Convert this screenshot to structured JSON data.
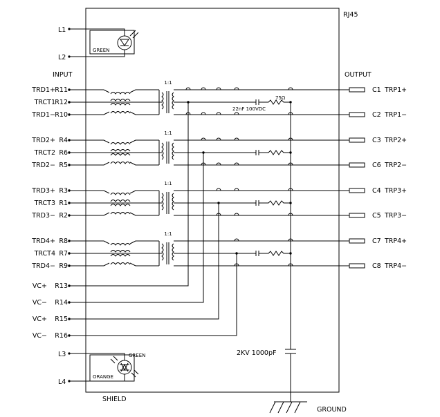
{
  "connector_label": "RJ45",
  "input_label": "INPUT",
  "output_label": "OUTPUT",
  "shield_label": "SHIELD",
  "ground_label": "GROUND",
  "ratio_label": "1:1",
  "cap_label": "22nF 100VDC",
  "res_label": "75Ω",
  "hv_cap_label": "2KV 1000pF",
  "led_top": {
    "color_label": "GREEN",
    "pins": [
      "L1",
      "L2"
    ]
  },
  "led_bottom": {
    "color_labels": [
      "GREEN",
      "ORANGE"
    ],
    "pins": [
      "L3",
      "L4"
    ]
  },
  "channels": [
    {
      "left": [
        [
          "TRD1+",
          "R11"
        ],
        [
          "TRCT1",
          "R12"
        ],
        [
          "TRD1−",
          "R10"
        ]
      ],
      "right": [
        [
          "C1",
          "TRP1+"
        ],
        [
          "C2",
          "TRP1−"
        ]
      ]
    },
    {
      "left": [
        [
          "TRD2+",
          "R4"
        ],
        [
          "TRCT2",
          "R6"
        ],
        [
          "TRD2−",
          "R5"
        ]
      ],
      "right": [
        [
          "C3",
          "TRP2+"
        ],
        [
          "C6",
          "TRP2−"
        ]
      ]
    },
    {
      "left": [
        [
          "TRD3+",
          "R3"
        ],
        [
          "TRCT3",
          "R1"
        ],
        [
          "TRD3−",
          "R2"
        ]
      ],
      "right": [
        [
          "C4",
          "TRP3+"
        ],
        [
          "C5",
          "TRP3−"
        ]
      ]
    },
    {
      "left": [
        [
          "TRD4+",
          "R8"
        ],
        [
          "TRCT4",
          "R7"
        ],
        [
          "TRD4−",
          "R9"
        ]
      ],
      "right": [
        [
          "C7",
          "TRP4+"
        ],
        [
          "C8",
          "TRP4−"
        ]
      ]
    }
  ],
  "vc_pins": [
    [
      "VC+",
      "R13"
    ],
    [
      "VC−",
      "R14"
    ],
    [
      "VC+",
      "R15"
    ],
    [
      "VC−",
      "R16"
    ]
  ]
}
